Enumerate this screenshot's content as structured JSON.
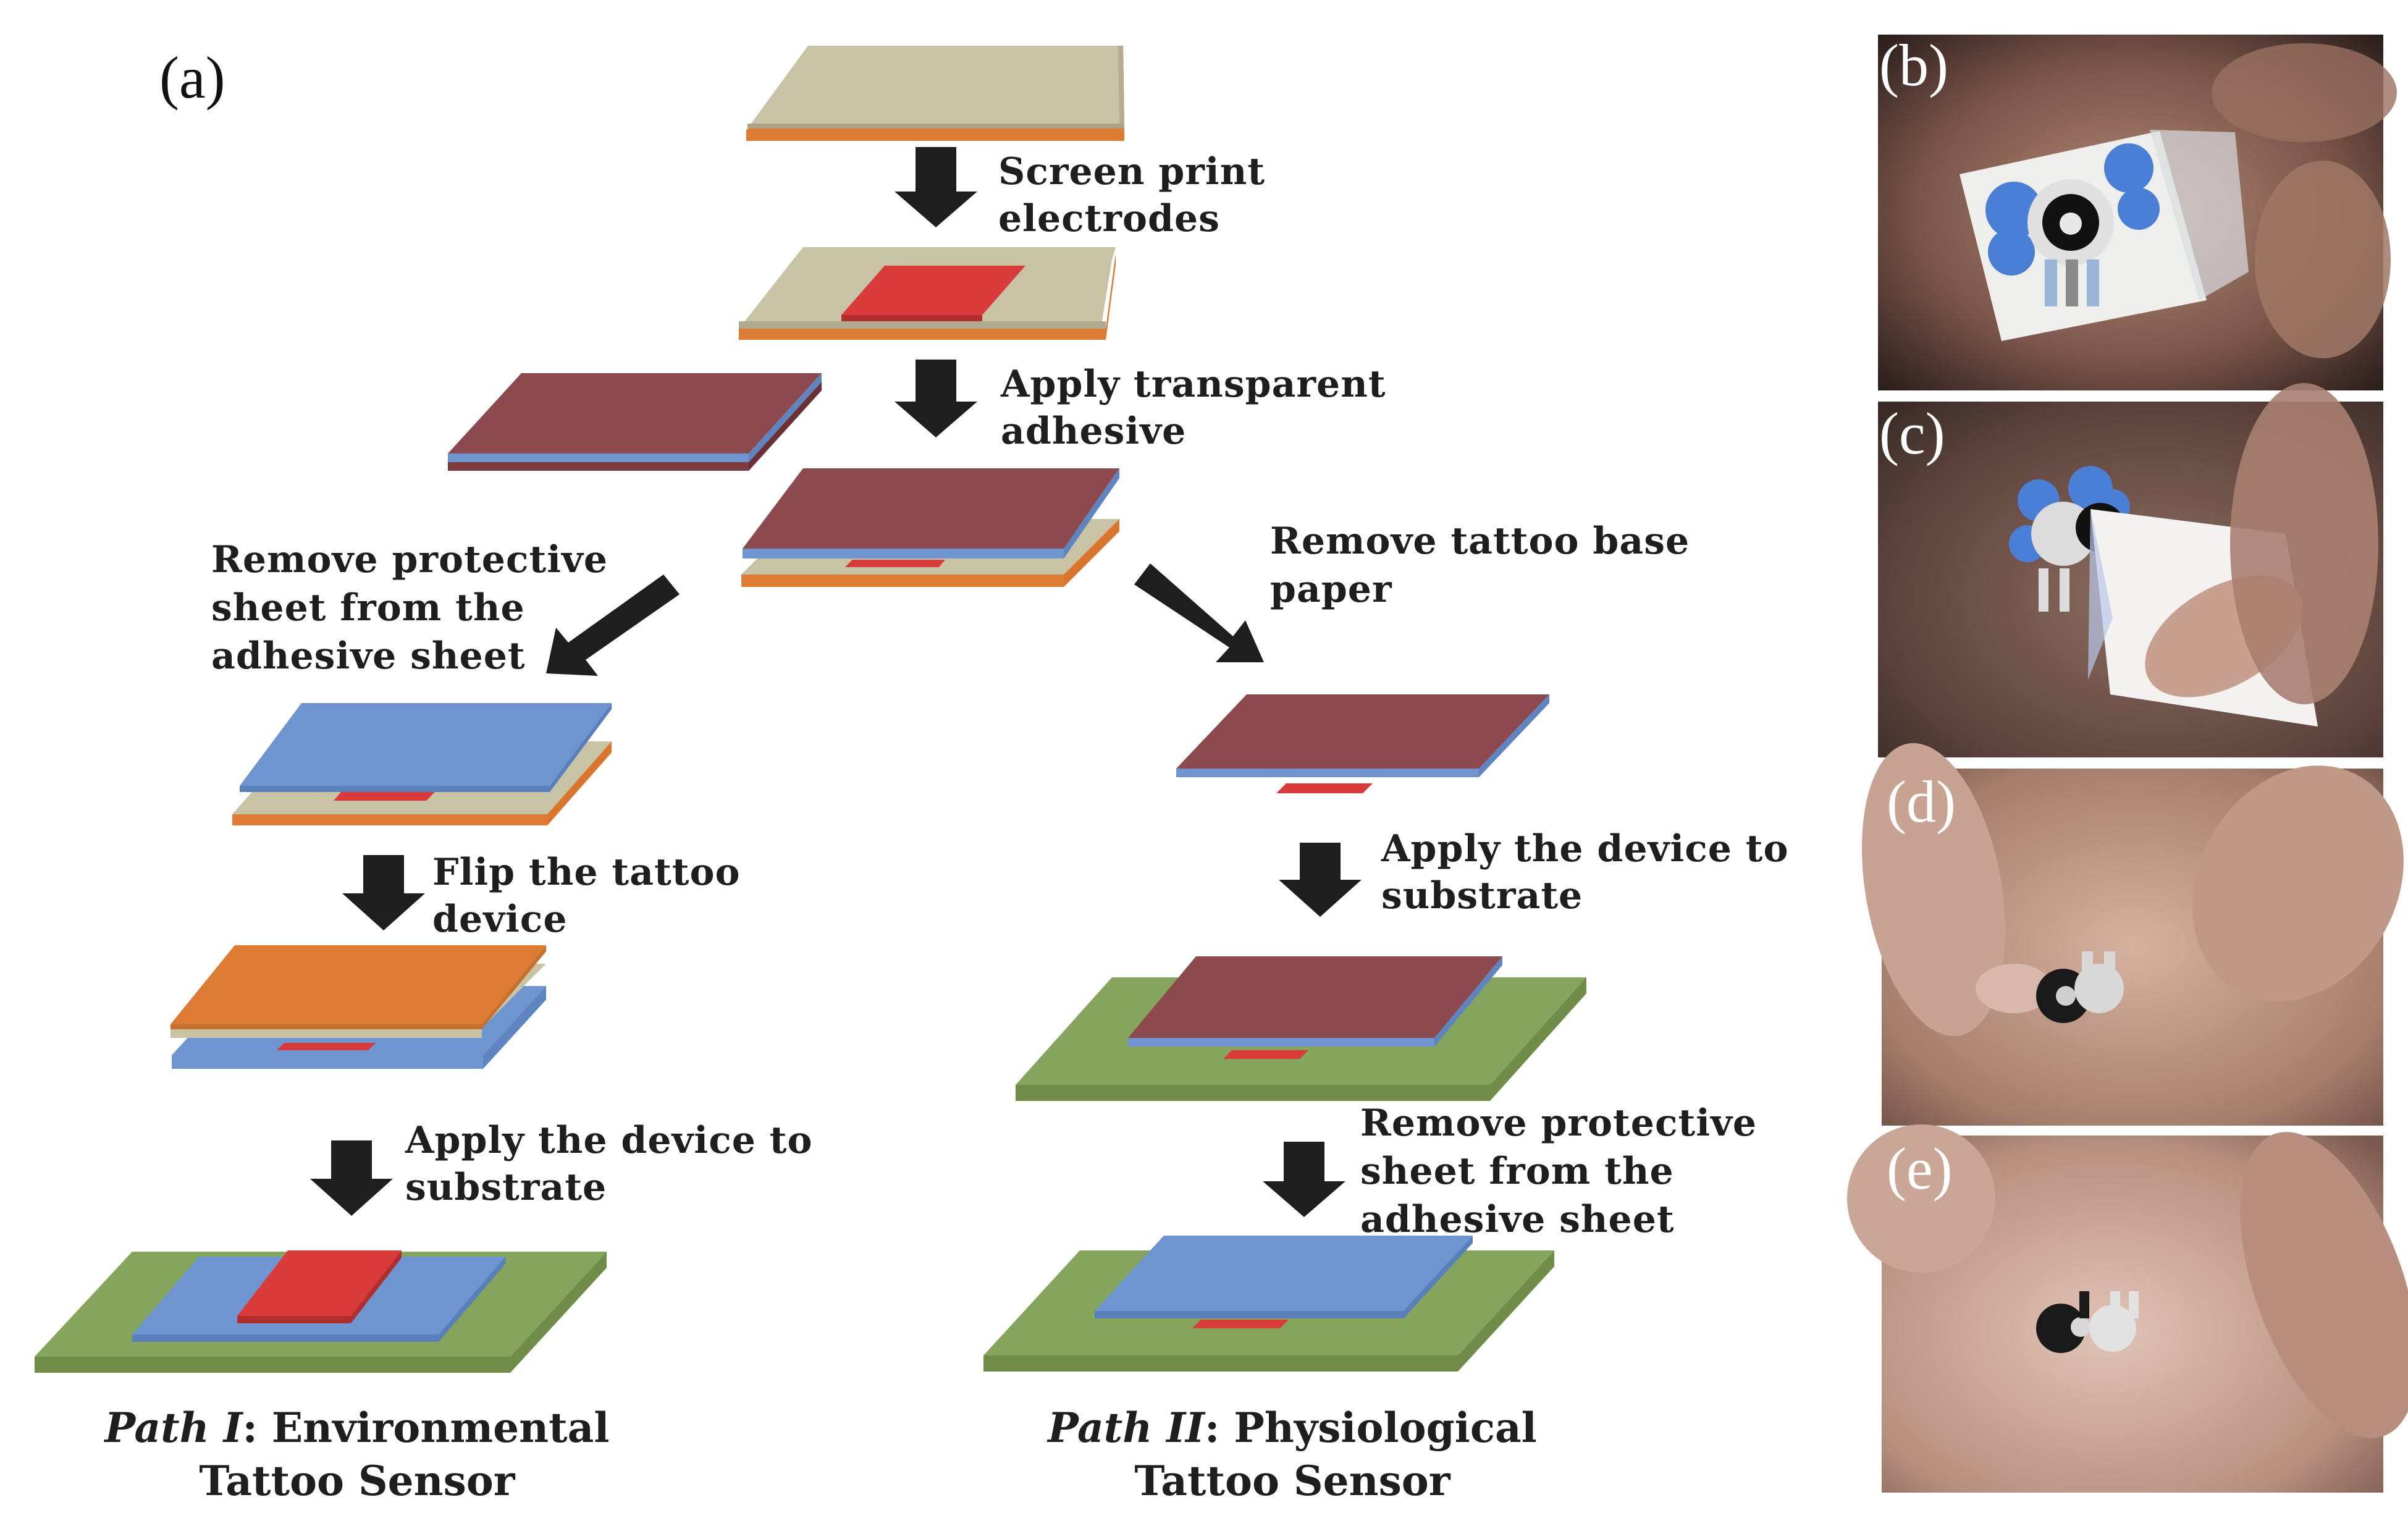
{
  "panel_labels": {
    "a": "(a)",
    "b": "(b)",
    "c": "(c)",
    "d": "(d)",
    "e": "(e)"
  },
  "steps": {
    "screen_print": [
      "Screen print",
      "electrodes"
    ],
    "apply_adhesive": [
      "Apply transparent",
      "adhesive"
    ],
    "remove_protective_left": [
      "Remove protective",
      "sheet from the",
      "adhesive sheet"
    ],
    "remove_base_paper": [
      "Remove tattoo base",
      "paper"
    ],
    "flip": [
      "Flip the tattoo",
      "device"
    ],
    "apply_left": [
      "Apply the device to",
      "substrate"
    ],
    "apply_right": [
      "Apply the device to",
      "substrate"
    ],
    "remove_protective_right": [
      "Remove protective",
      "sheet from the",
      "adhesive sheet"
    ]
  },
  "paths": {
    "left": {
      "italic": "Path I",
      "rest": ": Environmental",
      "line2": "Tattoo Sensor"
    },
    "right": {
      "italic": "Path II",
      "rest": ": Physiological",
      "line2": "Tattoo Sensor"
    }
  },
  "colors": {
    "paper": "#c8c3a4",
    "orange": "#de7b32",
    "red": "#d93b3b",
    "maroon": "#8c4a4e",
    "blue": "#6f95d0",
    "green": "#86a55c",
    "arrow": "#1e1e1e"
  }
}
